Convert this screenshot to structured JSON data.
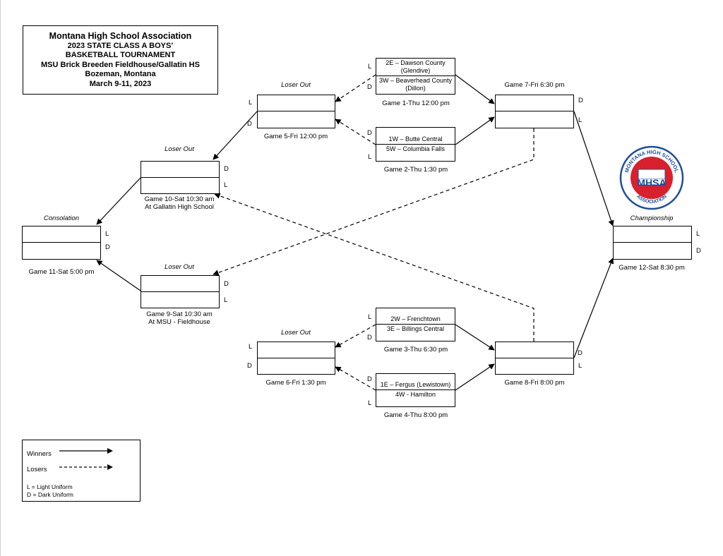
{
  "header": {
    "line1": "Montana High School Association",
    "line2": "2023 STATE CLASS A BOYS’",
    "line3": "BASKETBALL TOURNAMENT",
    "line4": "MSU Brick Breeden Fieldhouse/Gallatin HS",
    "line5": "Bozeman, Montana",
    "line6": "March 9-11, 2023"
  },
  "games": {
    "g1": {
      "top": "2E – Dawson County (Glendive)",
      "bottom": "3W – Beaverhead County (Dillon)",
      "caption": "Game 1-Thu 12:00 pm"
    },
    "g2": {
      "top": "1W – Butte Central",
      "bottom": "5W – Columbia Falls",
      "caption": "Game 2-Thu 1:30 pm"
    },
    "g3": {
      "top": "2W – Frenchtown",
      "bottom": "3E – Billings Central",
      "caption": "Game 3-Thu 6:30 pm"
    },
    "g4": {
      "top": "1E – Fergus (Lewistown)",
      "bottom": "4W - Hamilton",
      "caption": "Game 4-Thu 8:00 pm"
    },
    "g5": {
      "header": "Loser Out",
      "caption": "Game 5-Fri 12:00 pm"
    },
    "g6": {
      "header": "Loser Out",
      "caption": "Game 6-Fri 1:30 pm"
    },
    "g7": {
      "caption": "Game 7-Fri 6:30 pm"
    },
    "g8": {
      "caption": "Game 8-Fri 8:00 pm"
    },
    "g9": {
      "header": "Loser Out",
      "caption": "Game 9-Sat 10:30 am",
      "caption2": "At MSU - Fieldhouse"
    },
    "g10": {
      "header": "Loser Out",
      "caption": "Game 10-Sat 10:30 am",
      "caption2": "At Gallatin High School"
    },
    "g11": {
      "header": "Consolation",
      "caption": "Game 11-Sat 5:00 pm"
    },
    "g12": {
      "header": "Championship",
      "caption": "Game 12-Sat 8:30 pm"
    }
  },
  "uniform": {
    "light": "L",
    "dark": "D"
  },
  "legend": {
    "winners": "Winners",
    "losers": "Losers",
    "light": "L = Light Uniform",
    "dark": "D = Dark Uniform"
  },
  "logo": {
    "ring_top": "MONTANA HIGH SCHOOL",
    "ring_bottom": "ASSOCIATION",
    "center": "MHSA",
    "red": "#d8202e",
    "blue": "#1f4e9b"
  }
}
